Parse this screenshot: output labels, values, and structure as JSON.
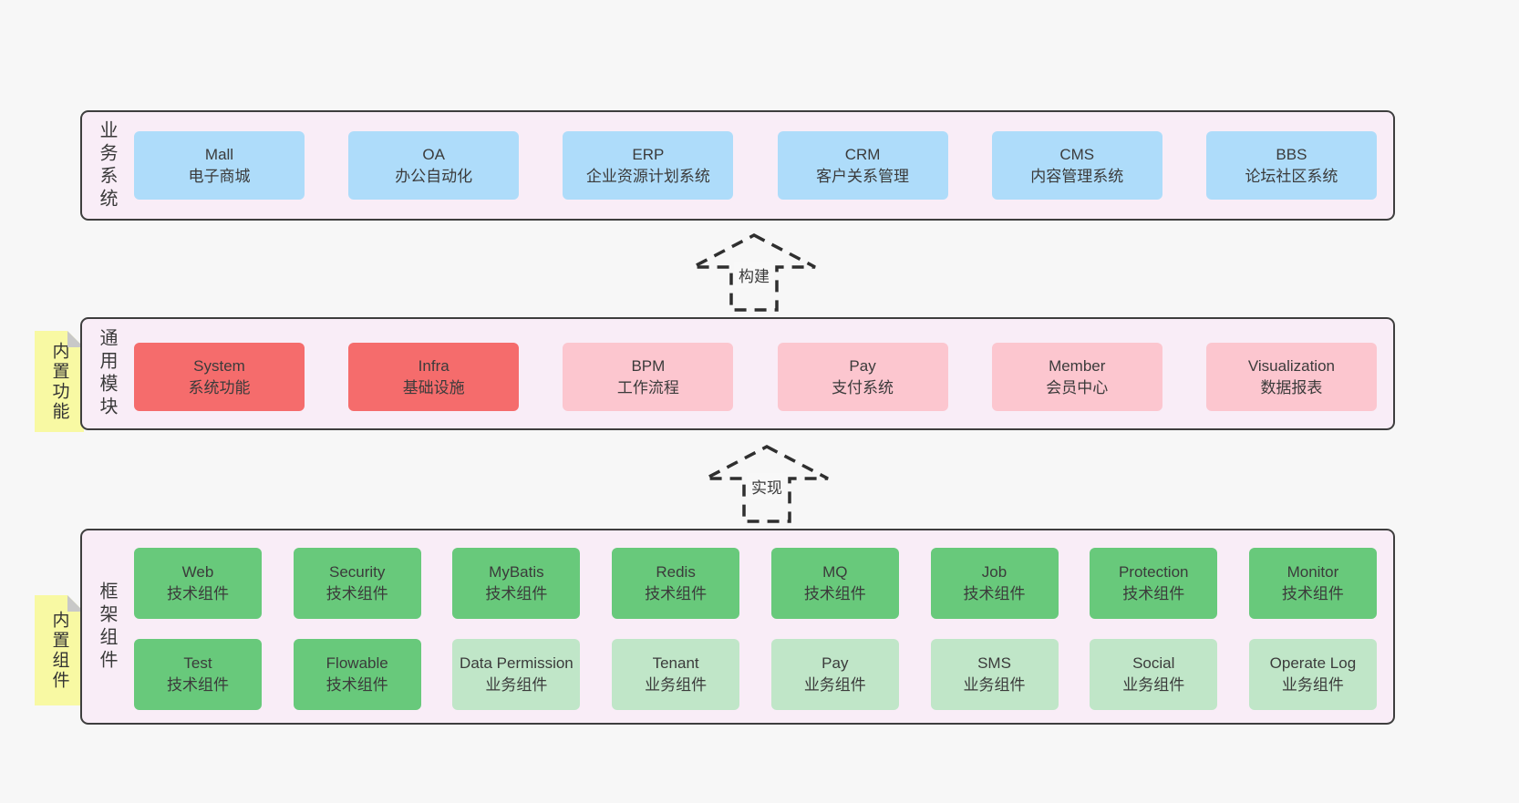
{
  "colors": {
    "page_background": "#f7f7f7",
    "panel_background": "#f9edf7",
    "panel_border": "#3e3e3e",
    "business_box": "#aedcfa",
    "core_module_box": "#f56c6c",
    "extra_module_box": "#fcc6cf",
    "tech_component_box": "#68c97b",
    "biz_component_box": "#c0e6c8",
    "sticky_note": "#f8f9a3",
    "sticky_note_fold": "#c8c8c8",
    "arrow_stroke": "#2f2f2f"
  },
  "arrows": [
    {
      "label": "构建"
    },
    {
      "label": "实现"
    }
  ],
  "layers": [
    {
      "label": "业务系统",
      "boxes": [
        {
          "name": "Mall",
          "desc": "电子商城",
          "type": "blue"
        },
        {
          "name": "OA",
          "desc": "办公自动化",
          "type": "blue"
        },
        {
          "name": "ERP",
          "desc": "企业资源计划系统",
          "type": "blue"
        },
        {
          "name": "CRM",
          "desc": "客户关系管理",
          "type": "blue"
        },
        {
          "name": "CMS",
          "desc": "内容管理系统",
          "type": "blue"
        },
        {
          "name": "BBS",
          "desc": "论坛社区系统",
          "type": "blue"
        }
      ]
    },
    {
      "label": "通用模块",
      "note": "内置功能",
      "boxes": [
        {
          "name": "System",
          "desc": "系统功能",
          "type": "red"
        },
        {
          "name": "Infra",
          "desc": "基础设施",
          "type": "red"
        },
        {
          "name": "BPM",
          "desc": "工作流程",
          "type": "pink"
        },
        {
          "name": "Pay",
          "desc": "支付系统",
          "type": "pink"
        },
        {
          "name": "Member",
          "desc": "会员中心",
          "type": "pink"
        },
        {
          "name": "Visualization",
          "desc": "数据报表",
          "type": "pink"
        }
      ]
    },
    {
      "label": "框架组件",
      "note": "内置组件",
      "rows": [
        [
          {
            "name": "Web",
            "desc": "技术组件",
            "type": "green"
          },
          {
            "name": "Security",
            "desc": "技术组件",
            "type": "green"
          },
          {
            "name": "MyBatis",
            "desc": "技术组件",
            "type": "green"
          },
          {
            "name": "Redis",
            "desc": "技术组件",
            "type": "green"
          },
          {
            "name": "MQ",
            "desc": "技术组件",
            "type": "green"
          },
          {
            "name": "Job",
            "desc": "技术组件",
            "type": "green"
          },
          {
            "name": "Protection",
            "desc": "技术组件",
            "type": "green"
          },
          {
            "name": "Monitor",
            "desc": "技术组件",
            "type": "green"
          }
        ],
        [
          {
            "name": "Test",
            "desc": "技术组件",
            "type": "green"
          },
          {
            "name": "Flowable",
            "desc": "技术组件",
            "type": "green"
          },
          {
            "name": "Data Permission",
            "desc": "业务组件",
            "type": "lightgreen"
          },
          {
            "name": "Tenant",
            "desc": "业务组件",
            "type": "lightgreen"
          },
          {
            "name": "Pay",
            "desc": "业务组件",
            "type": "lightgreen"
          },
          {
            "name": "SMS",
            "desc": "业务组件",
            "type": "lightgreen"
          },
          {
            "name": "Social",
            "desc": "业务组件",
            "type": "lightgreen"
          },
          {
            "name": "Operate Log",
            "desc": "业务组件",
            "type": "lightgreen"
          }
        ]
      ]
    }
  ]
}
